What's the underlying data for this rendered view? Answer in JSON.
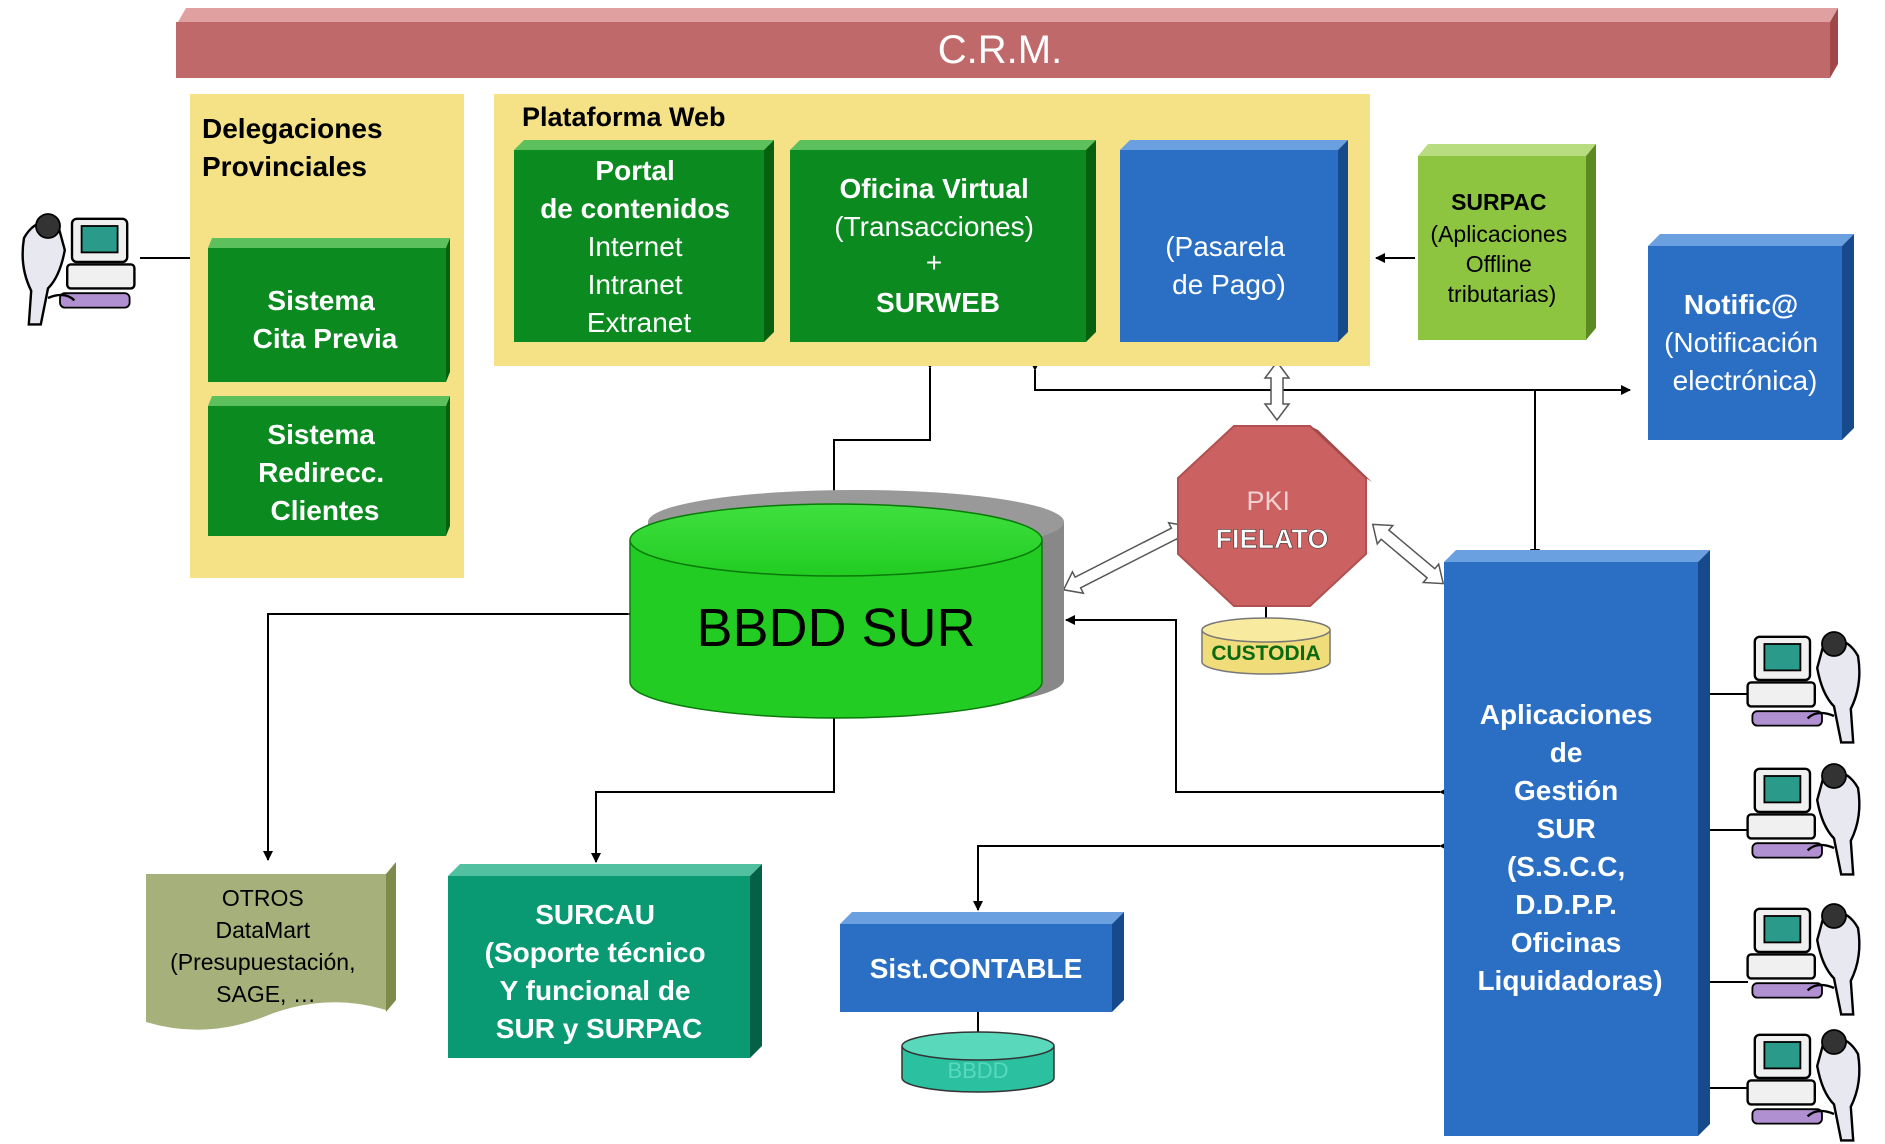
{
  "crm": {
    "label": "C.R.M."
  },
  "delegaciones": {
    "title": [
      "Delegaciones",
      "Provinciales"
    ]
  },
  "cita_previa": {
    "lines": [
      "Sistema",
      "Cita Previa"
    ]
  },
  "redirecc": {
    "lines": [
      "Sistema",
      "Redirecc.",
      "Clientes"
    ]
  },
  "plataforma": {
    "title": "Plataforma Web"
  },
  "portal": {
    "lines": [
      "Portal",
      "de contenidos",
      "Internet",
      "Intranet",
      "Extranet"
    ]
  },
  "oficina": {
    "lines": [
      "Oficina Virtual",
      "(Transacciones)",
      "+",
      "SURWEB"
    ]
  },
  "pasarela": {
    "lines": [
      "(Pasarela",
      "de Pago)"
    ]
  },
  "surpac": {
    "lines": [
      "SURPAC",
      "(Aplicaciones",
      "Offline",
      "tributarias)"
    ]
  },
  "notific": {
    "lines": [
      "Notific@",
      "(Notificación",
      "electrónica)"
    ]
  },
  "pki": {
    "lines": [
      "PKI",
      "FIELATO"
    ]
  },
  "custodia": {
    "label": "CUSTODIA"
  },
  "bbdd_sur": {
    "label": "BBDD SUR"
  },
  "aplicaciones": {
    "lines": [
      "Aplicaciones",
      "de",
      "Gestión",
      "SUR",
      "(S.S.C.C,",
      "D.D.P.P.",
      "Oficinas",
      "Liquidadoras)"
    ]
  },
  "otros": {
    "lines": [
      "OTROS",
      "DataMart",
      "(Presupuestación,",
      "SAGE, …"
    ]
  },
  "surcau": {
    "lines": [
      "SURCAU",
      "(Soporte técnico",
      "Y funcional de",
      "SUR y SURPAC"
    ]
  },
  "contable": {
    "label": "Sist.CONTABLE"
  },
  "bbdd_small": {
    "label": "BBDD"
  },
  "colors": {
    "crm": "#c0696a",
    "panel": "#f5e287",
    "green": "#0b8a20",
    "blue": "#2a6fc4",
    "lightgreen": "#8dc440",
    "teal": "#0a9a73",
    "olive": "#a6b07a",
    "octagon": "#cc6161",
    "cylinder": "#22cc22",
    "custodia": "#f0dc78"
  }
}
